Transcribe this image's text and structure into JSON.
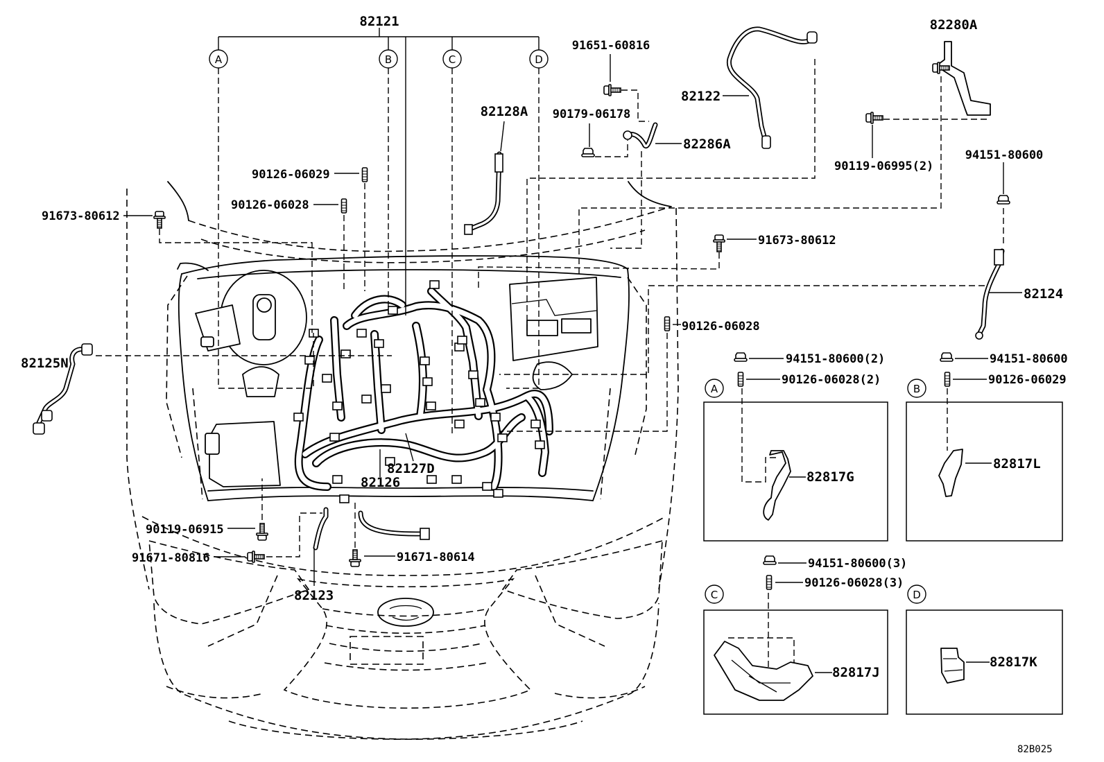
{
  "main_view": {
    "callouts": [
      "A",
      "B",
      "C",
      "D"
    ],
    "part_labels": [
      "82121",
      "91651-60816",
      "82122",
      "82280A",
      "82128A",
      "90179-06178",
      "82286A",
      "90119-06995(2)",
      "94151-80600",
      "90126-06029",
      "90126-06028",
      "91673-80612",
      "91673-80612",
      "82124",
      "90126-06028",
      "82125N",
      "82127D",
      "82126",
      "90119-06915",
      "91671-80614",
      "91671-80816",
      "82123"
    ]
  },
  "detail_a": {
    "callout": "A",
    "part_labels": [
      "94151-80600(2)",
      "90126-06028(2)",
      "82817G"
    ]
  },
  "detail_b": {
    "callout": "B",
    "part_labels": [
      "94151-80600",
      "90126-06029",
      "82817L"
    ]
  },
  "detail_c": {
    "callout": "C",
    "part_labels": [
      "94151-80600(3)",
      "90126-06028(3)",
      "82817J"
    ]
  },
  "detail_d": {
    "callout": "D",
    "part_labels": [
      "82817K"
    ]
  },
  "diagram_code": "82B025"
}
